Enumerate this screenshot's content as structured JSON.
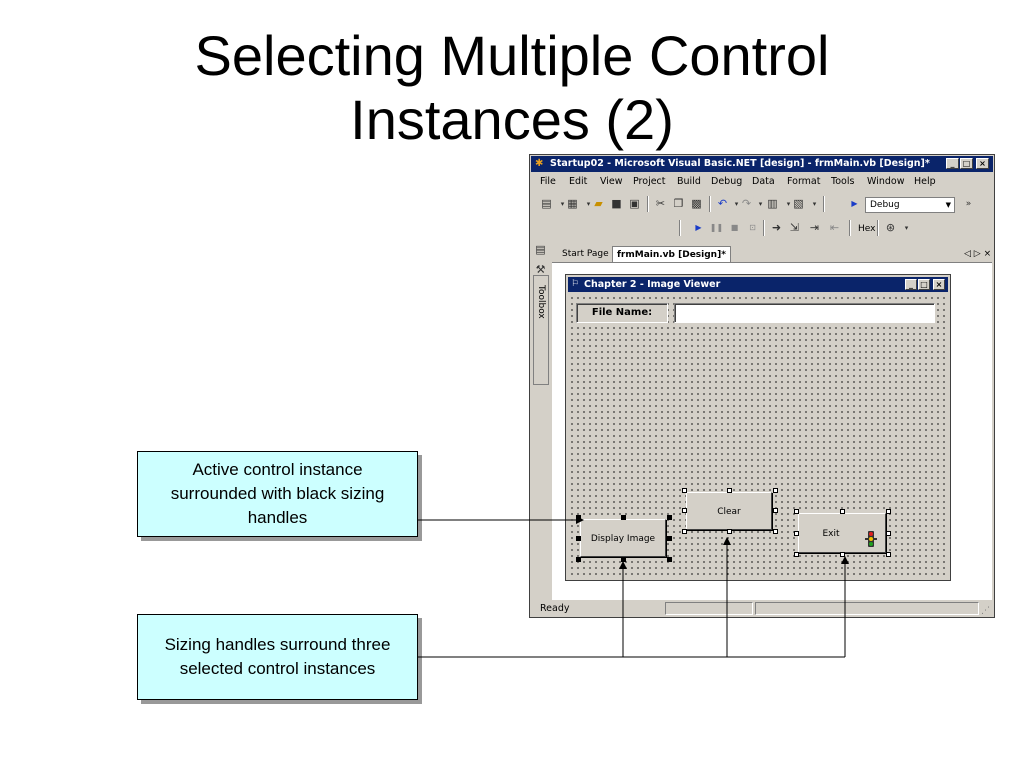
{
  "slide": {
    "title": "Selecting Multiple Control\nInstances (2)"
  },
  "ide": {
    "title": "Startup02 - Microsoft Visual Basic.NET [design] - frmMain.vb [Design]*",
    "window_buttons": {
      "minimize": "_",
      "maximize": "□",
      "close": "×"
    },
    "menu": [
      "File",
      "Edit",
      "View",
      "Project",
      "Build",
      "Debug",
      "Data",
      "Format",
      "Tools",
      "Window",
      "Help"
    ],
    "config_combo": "Debug",
    "hex_label": "Hex",
    "left_strip": {
      "toolbox_label": "Toolbox"
    },
    "doc_tabs": [
      "Start Page",
      "frmMain.vb [Design]*"
    ],
    "doc_tab_nav": "◁ ▷ ×",
    "status": "Ready"
  },
  "form": {
    "title": "Chapter 2 - Image Viewer",
    "file_name_label": "File Name:",
    "file_name_value": "",
    "buttons": {
      "display_image": "Display Image",
      "clear": "Clear",
      "exit": "Exit"
    }
  },
  "callouts": {
    "active": "Active control instance surrounded with black sizing handles",
    "selected": "Sizing handles surround three selected control instances"
  },
  "colors": {
    "titlebar": "#0a246a",
    "callout_bg": "#ccffff",
    "chrome": "#d4d0c8"
  }
}
